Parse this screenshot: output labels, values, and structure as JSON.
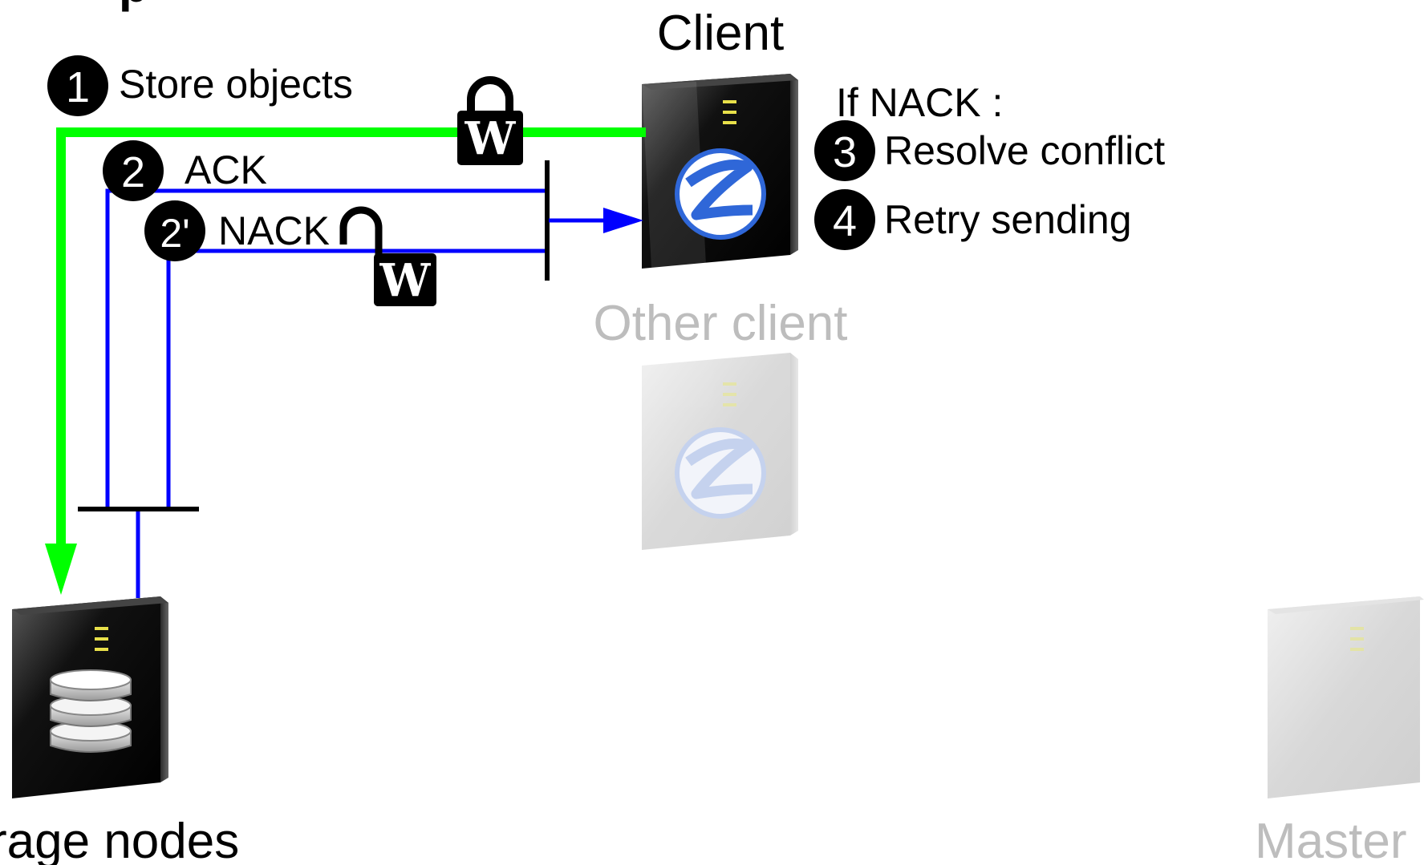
{
  "nodes": {
    "client": {
      "label": "Client"
    },
    "other_client": {
      "label": "Other client"
    },
    "storage": {
      "label": "rage nodes"
    },
    "master": {
      "label": "Master"
    }
  },
  "steps": [
    {
      "badge": "1",
      "text": "Store objects"
    },
    {
      "badge": "2",
      "text": "ACK"
    },
    {
      "badge": "2'",
      "text": "NACK"
    },
    {
      "badge": "3",
      "text": "Resolve conflict"
    },
    {
      "badge": "4",
      "text": "Retry sending"
    }
  ],
  "conflict_header": "If NACK :",
  "lock": {
    "letter": "W"
  },
  "colors": {
    "store_path": "#00ff00",
    "reply_path": "#0000ff",
    "badge": "#000000",
    "faded_text": "#bdbdbd"
  },
  "icons": {
    "server": "server-tower-icon",
    "database": "database-stack-icon",
    "client_logo": "z-logo-icon",
    "lock": "padlock-icon"
  },
  "partial_top_text": "p"
}
